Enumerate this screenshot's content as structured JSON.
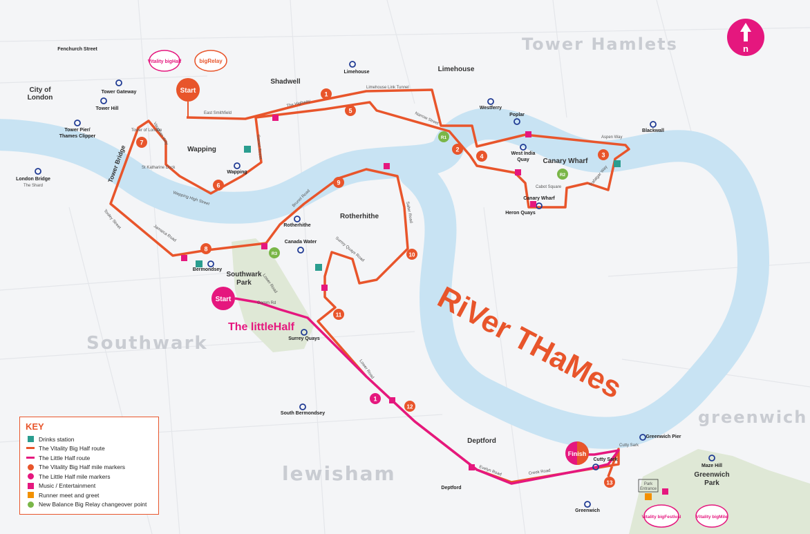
{
  "colors": {
    "big_half": "#e8552b",
    "little_half": "#e5177e",
    "river": "#c8e3f3",
    "drinks": "#2a9d8f",
    "relay": "#7ab648",
    "park": "#dfe8d6"
  },
  "north_icon": "north-arrow-icon",
  "areas": {
    "tower_hamlets": "Tower Hamlets",
    "southwark": "Southwark",
    "lewisham": "lewisham",
    "greenwich": "greenwich",
    "river": "RiVer THaMes"
  },
  "places": {
    "city": "City of London",
    "shadwell": "Shadwell",
    "limehouse": "Limehouse",
    "wapping": "Wapping",
    "rotherhithe": "Rotherhithe",
    "canary_wharf": "Canary Wharf",
    "southwark_park": "Southwark Park",
    "deptford": "Deptford",
    "greenwich_park": "Greenwich Park",
    "west_india_quay": "West India Quay"
  },
  "stations": {
    "fenchurch": "Fenchurch Street",
    "tower_gateway": "Tower Gateway",
    "tower_hill": "Tower Hill",
    "tower_pier": "Tower Pier/ Thames Clipper",
    "london_bridge": "London Bridge",
    "the_shard": "The Shard",
    "tower_of_london": "Tower of London",
    "wapping": "Wapping",
    "limehouse": "Limehouse",
    "westferry": "Westferry",
    "poplar": "Poplar",
    "blackwall": "Blackwall",
    "canary_wharf": "Canary Wharf",
    "heron_quays": "Heron Quays",
    "rotherhithe": "Rotherhithe",
    "canada_water": "Canada Water",
    "bermondsey": "Bermondsey",
    "surrey_quays": "Surrey Quays",
    "south_bermondsey": "South Bermondsey",
    "deptford": "Deptford",
    "greenwich": "Greenwich",
    "cutty_sark": "Cutty Sark",
    "greenwich_pier": "Greenwich Pier",
    "maze_hill": "Maze Hill",
    "st_katharine": "St Katharine Dock",
    "park_entrance": "Park Entrance"
  },
  "streets": {
    "east_smithfield": "East Smithfield",
    "the_highway": "The Highway",
    "limehouse_tunnel": "Limehouse Link Tunnel",
    "narrow_street": "Narrow Street",
    "vaughan_way": "Vaughan Way",
    "garnet_street": "Garnet Street",
    "wapping_high": "Wapping High Street",
    "tower_bridge": "Tower Bridge",
    "tooley": "Tooley Street",
    "jamaica": "Jamaica Road",
    "brunel": "Brunel Road",
    "salter": "Salter Road",
    "surrey_quays_road": "Surrey Quays Road",
    "lower_road": "Lower Road",
    "gomm": "Gomm Rd",
    "evelyn": "Evelyn Road",
    "creek": "Creek Road",
    "aspen": "Aspen Way",
    "trafalgar": "Trafalgar Way",
    "cabot": "Cabot Square",
    "cutty_sark_small": "Cutty Sark"
  },
  "labels": {
    "start": "Start",
    "finish": "Finish",
    "big_half_logo": "Vitality bigHalf",
    "relay_logo": "bigRelay",
    "little_half_logo": "The littleHalf",
    "festival_logo": "Vitality bigFestival",
    "mile_logo": "Vitality bigMile"
  },
  "big_half_markers": [
    "1",
    "2",
    "3",
    "4",
    "5",
    "6",
    "7",
    "8",
    "9",
    "10",
    "11",
    "12",
    "13"
  ],
  "little_half_marker": "1",
  "relay_points": [
    "R1",
    "R2",
    "R3"
  ],
  "key": {
    "title": "KEY",
    "items": [
      {
        "icon": "drinks-station-icon",
        "label": "Drinks station"
      },
      {
        "icon": "big-half-route-line-icon",
        "label": "The Vitality Big Half route"
      },
      {
        "icon": "little-half-route-line-icon",
        "label": "The Little Half route"
      },
      {
        "icon": "big-half-mile-marker-icon",
        "label": "The Vitality Big Half mile markers"
      },
      {
        "icon": "little-half-mile-marker-icon",
        "label": "The Little Half mile markers"
      },
      {
        "icon": "music-icon",
        "label": "Music / Entertainment"
      },
      {
        "icon": "meet-greet-icon",
        "label": "Runner meet and greet"
      },
      {
        "icon": "relay-changeover-icon",
        "label": "New Balance Big Relay changeover point"
      }
    ]
  }
}
